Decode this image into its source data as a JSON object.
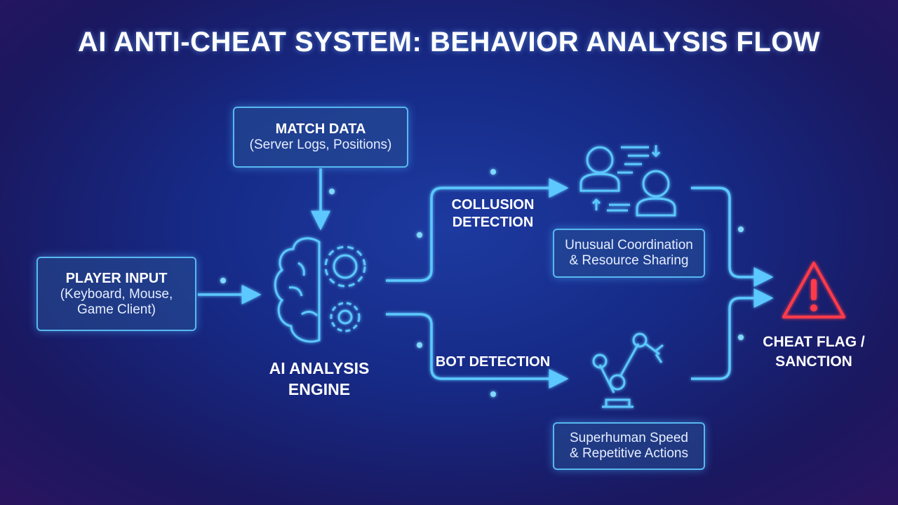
{
  "title": "AI ANTI-CHEAT SYSTEM: BEHAVIOR ANALYSIS FLOW",
  "player_input": {
    "heading": "PLAYER INPUT",
    "sub1": "(Keyboard, Mouse,",
    "sub2": "Game Client)"
  },
  "match_data": {
    "heading": "MATCH DATA",
    "sub": "(Server Logs, Positions)"
  },
  "engine": {
    "line1": "AI ANALYSIS",
    "line2": "ENGINE"
  },
  "collusion": {
    "line1": "COLLUSION",
    "line2": "DETECTION",
    "desc1": "Unusual Coordination",
    "desc2": "& Resource Sharing"
  },
  "bot": {
    "label": "BOT DETECTION",
    "desc1": "Superhuman Speed",
    "desc2": "& Repetitive Actions"
  },
  "result": {
    "line1": "CHEAT FLAG /",
    "line2": "SANCTION"
  },
  "colors": {
    "accent": "#5cc8ff",
    "alert": "#ff3b4a"
  }
}
